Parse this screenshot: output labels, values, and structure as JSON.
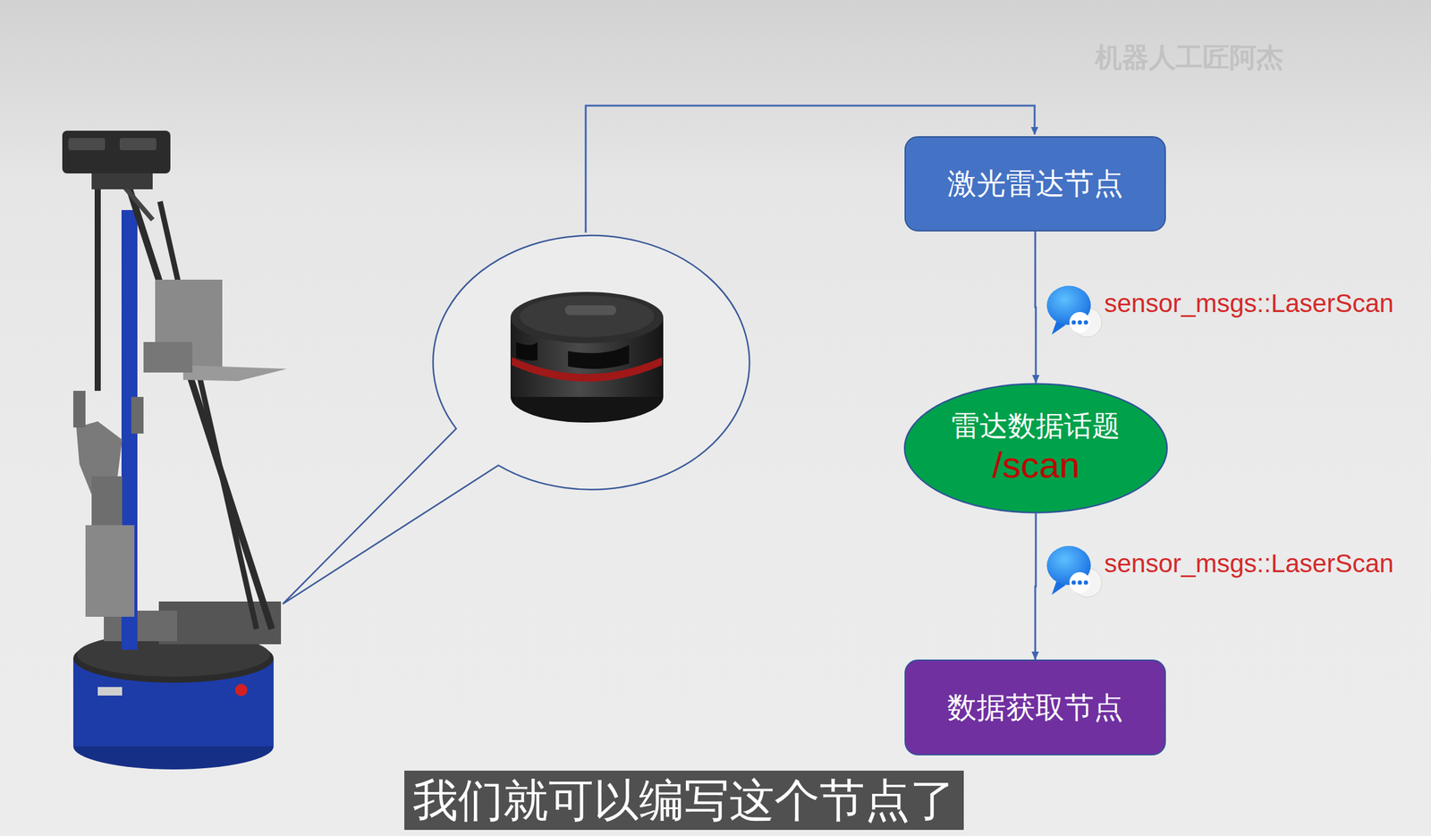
{
  "diagram": {
    "nodes": [
      {
        "text": [
          "激光雷达节点"
        ]
      },
      {
        "text": [
          "雷达数据话题",
          "/scan"
        ]
      },
      {
        "text": [
          "数据获取节点"
        ]
      }
    ],
    "edges": [
      {
        "from": 0,
        "to": 1,
        "arrow": "to",
        "label": "sensor_msgs::LaserScan"
      },
      {
        "from": 1,
        "to": 2,
        "arrow": "to",
        "label": "sensor_msgs::LaserScan"
      }
    ],
    "labels": [
      "机器人工匠阿杰",
      "我们就可以编写这个节点了"
    ]
  }
}
